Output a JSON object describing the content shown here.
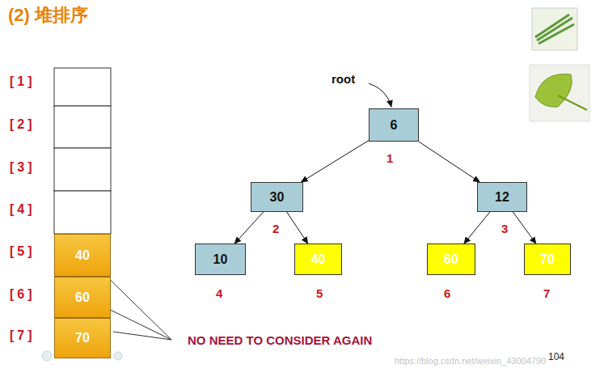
{
  "diagram": {
    "title": "(2) 堆排序",
    "nodes": [
      {
        "text": [
          "40"
        ]
      },
      {
        "text": [
          "60"
        ]
      },
      {
        "text": [
          "70"
        ]
      },
      {
        "text": [
          "6"
        ]
      },
      {
        "text": [
          "30"
        ]
      },
      {
        "text": [
          "12"
        ]
      },
      {
        "text": [
          "10"
        ]
      },
      {
        "text": [
          "40"
        ]
      },
      {
        "text": [
          "60"
        ]
      },
      {
        "text": [
          "70"
        ]
      }
    ],
    "edges": [
      {
        "from": 3,
        "to": 4,
        "arrow": "to"
      },
      {
        "from": 3,
        "to": 5,
        "arrow": "to"
      },
      {
        "from": 4,
        "to": 6,
        "arrow": "to"
      },
      {
        "from": 4,
        "to": 7,
        "arrow": "to"
      },
      {
        "from": 5,
        "to": 8,
        "arrow": "to"
      },
      {
        "from": 5,
        "to": 9,
        "arrow": "to"
      }
    ],
    "labels": [
      "[1]",
      "[2]",
      "[3]",
      "[4]",
      "[5]",
      "[6]",
      "[7]",
      "root",
      "1",
      "2",
      "3",
      "4",
      "5",
      "6",
      "7",
      "NO NEED TO CONSIDER AGAIN",
      "104",
      "https://blog.csdn.net/weixin_43004790"
    ]
  }
}
